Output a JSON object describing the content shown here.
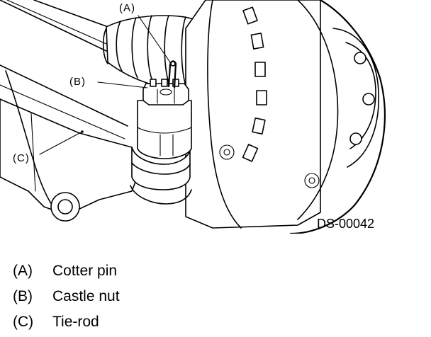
{
  "figure": {
    "code": "DS-00042",
    "callouts": [
      {
        "id": "A",
        "tag": "(A)"
      },
      {
        "id": "B",
        "tag": "(B)"
      },
      {
        "id": "C",
        "tag": "(C)"
      }
    ]
  },
  "legend": [
    {
      "key": "(A)",
      "label": "Cotter pin"
    },
    {
      "key": "(B)",
      "label": "Castle nut"
    },
    {
      "key": "(C)",
      "label": "Tie-rod"
    }
  ]
}
